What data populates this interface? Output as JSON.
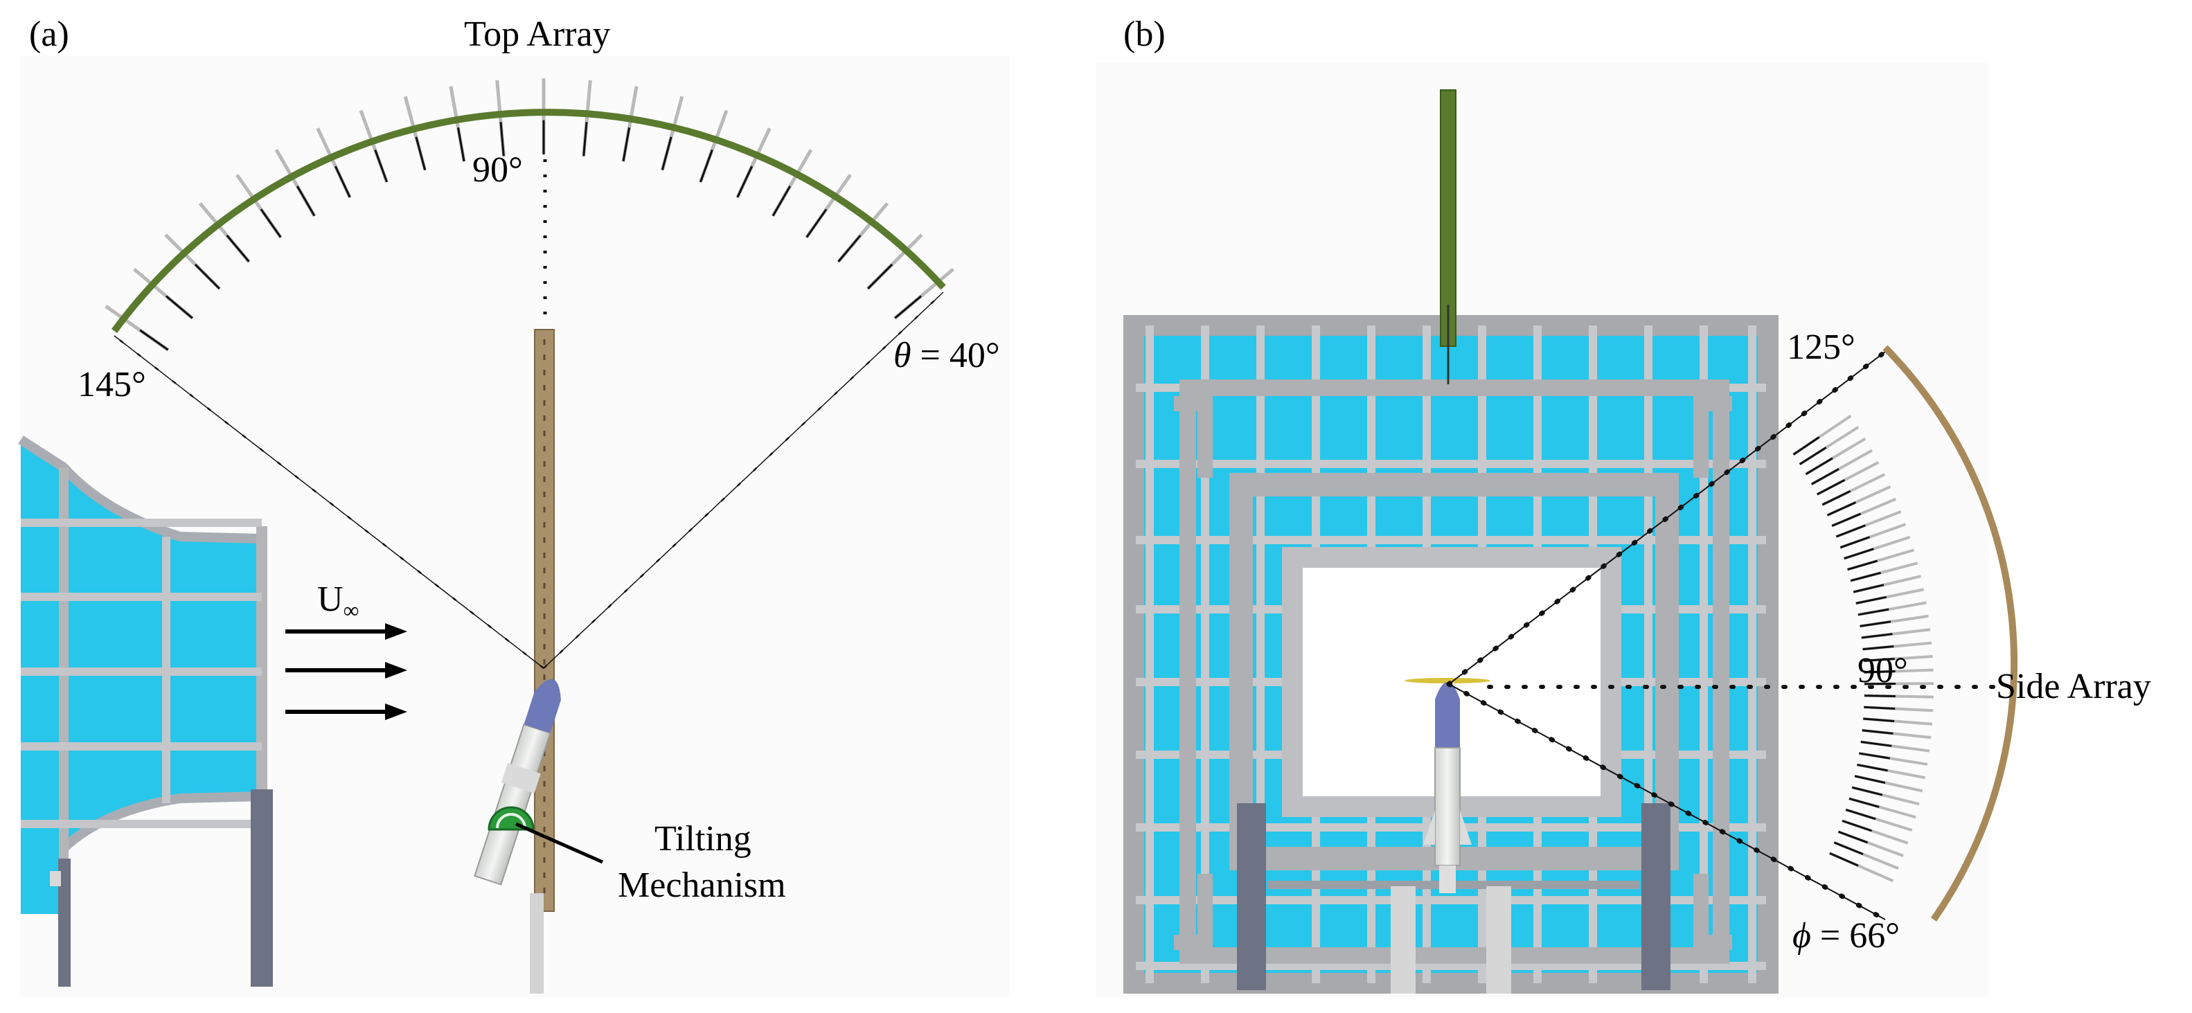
{
  "panel_a": {
    "tag": "(a)",
    "title": "Top Array",
    "angle_top": "90°",
    "angle_left": "145°",
    "angle_right_sym": "θ",
    "angle_right_val": " = 40°",
    "flow_main": "U",
    "flow_sub": "∞",
    "callout_line1": "Tilting",
    "callout_line2": "Mechanism"
  },
  "panel_b": {
    "tag": "(b)",
    "title": "Side Array",
    "angle_top": "125°",
    "angle_mid": "90°",
    "angle_bottom_sym": "ϕ",
    "angle_bottom_val": " = 66°"
  },
  "colors": {
    "top_array": "#5a7a2e",
    "side_array": "#a88a5a",
    "tunnel_blue": "#27c6ea",
    "frame_grey": "#b5b5b8",
    "mount_tan": "#a8906a",
    "model_blue": "#6d79b8",
    "tilt_green": "#2a9a3a"
  },
  "icons": [
    "flow-arrow-icon",
    "microphone-icon",
    "rocket-model-icon",
    "tilting-mechanism-icon"
  ]
}
